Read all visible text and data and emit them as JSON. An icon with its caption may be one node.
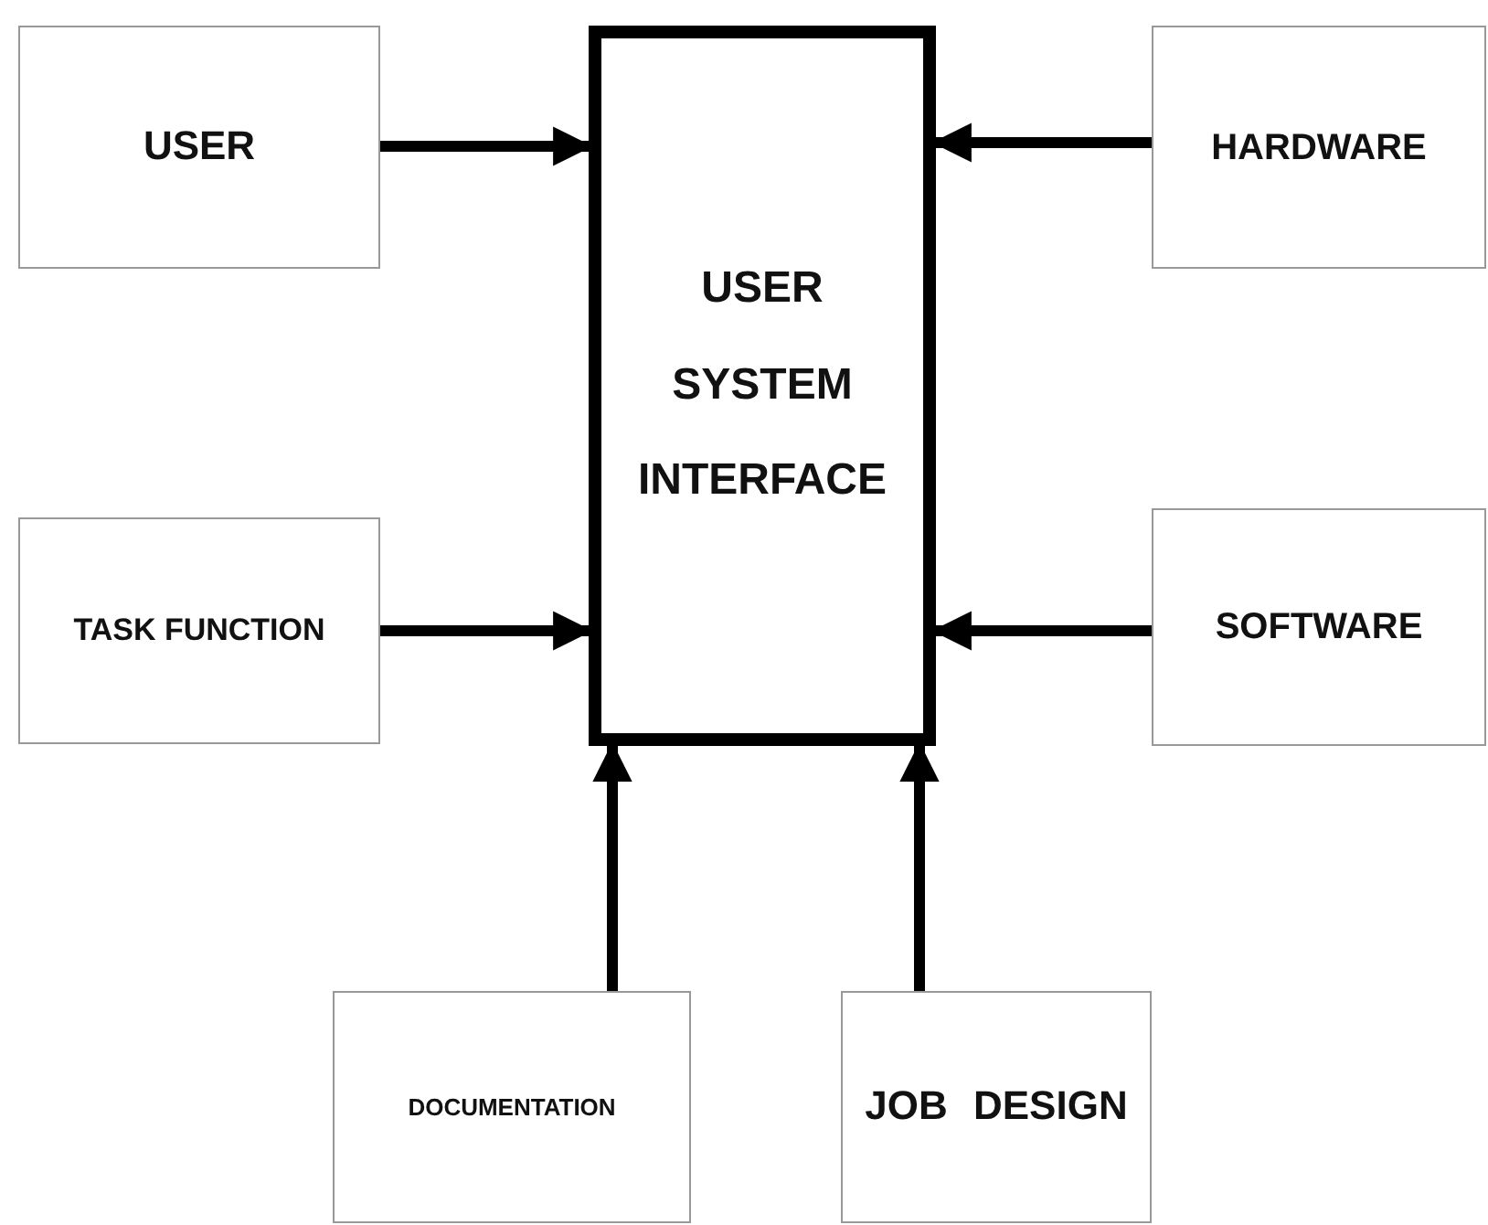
{
  "diagram": {
    "nodes": [
      {
        "text": [
          "USER SYSTEM INTERFACE"
        ]
      },
      {
        "text": [
          "USER"
        ]
      },
      {
        "text": [
          "HARDWARE"
        ]
      },
      {
        "text": [
          "TASK FUNCTION"
        ]
      },
      {
        "text": [
          "SOFTWARE"
        ]
      },
      {
        "text": [
          "DOCUMENTATION"
        ]
      },
      {
        "text": [
          "JOB DESIGN"
        ]
      }
    ],
    "edges": [
      {
        "from": 1,
        "to": 0,
        "arrow": "to"
      },
      {
        "from": 2,
        "to": 0,
        "arrow": "to"
      },
      {
        "from": 3,
        "to": 0,
        "arrow": "to"
      },
      {
        "from": 4,
        "to": 0,
        "arrow": "to"
      },
      {
        "from": 5,
        "to": 0,
        "arrow": "to"
      },
      {
        "from": 6,
        "to": 0,
        "arrow": "to"
      }
    ]
  }
}
